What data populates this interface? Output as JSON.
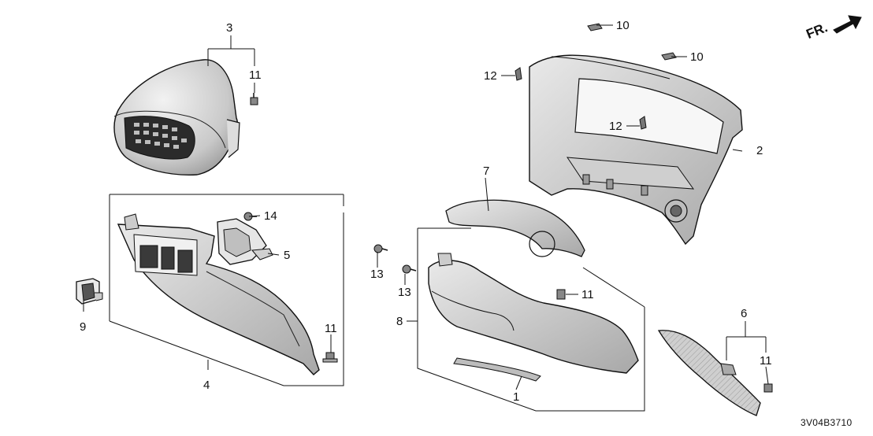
{
  "diagram": {
    "direction_label": "FR.",
    "drawing_code": "3V04B3710",
    "callouts": [
      "1",
      "2",
      "3",
      "4",
      "5",
      "6",
      "7",
      "8",
      "9",
      "10",
      "10",
      "11",
      "11",
      "11",
      "11",
      "12",
      "12",
      "13",
      "13",
      "14"
    ]
  },
  "colors": {
    "line": "#111111",
    "part_fill": "#d9d9d9",
    "part_dark": "#6a6a6a",
    "background": "#ffffff"
  }
}
